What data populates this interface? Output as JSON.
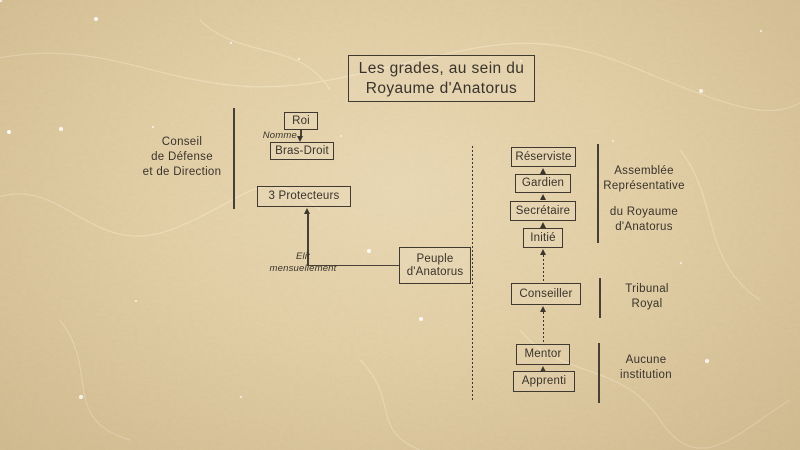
{
  "title": {
    "line1": "Les grades, au sein du",
    "line2": "Royaume d'Anatorus"
  },
  "nodes": {
    "roi": "Roi",
    "bras_droit": "Bras-Droit",
    "protecteurs": "3 Protecteurs",
    "peuple": {
      "line1": "Peuple",
      "line2": "d'Anatorus"
    },
    "reserviste": "Réserviste",
    "gardien": "Gardien",
    "secretaire": "Secrétaire",
    "initie": "Initié",
    "conseiller": "Conseiller",
    "mentor": "Mentor",
    "apprenti": "Apprenti"
  },
  "edge_labels": {
    "nomme": "Nomme",
    "elit": {
      "line1": "Elit",
      "line2": "mensuellement"
    }
  },
  "section_labels": {
    "conseil": {
      "line1": "Conseil",
      "line2": "de Défense",
      "line3": "et de Direction"
    },
    "assemblee": {
      "line1": "Assemblée",
      "line2": "Représentative"
    },
    "royaume": {
      "line1": "du Royaume",
      "line2": "d'Anatorus"
    },
    "tribunal": {
      "line1": "Tribunal",
      "line2": "Royal"
    },
    "aucune": {
      "line1": "Aucune",
      "line2": "institution"
    }
  },
  "colors": {
    "ink": "#3b352c",
    "paper": "#ddc79b"
  }
}
